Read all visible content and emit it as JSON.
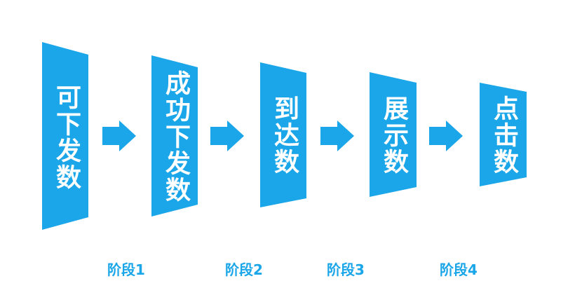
{
  "colors": {
    "shape": "#1aa6e8",
    "label_text": "#ffffff",
    "phase_text": "#1aa6e8"
  },
  "stages": [
    {
      "label": "可下发数"
    },
    {
      "label": "成功下发数"
    },
    {
      "label": "到达数"
    },
    {
      "label": "展示数"
    },
    {
      "label": "点击数"
    }
  ],
  "arrows": [
    {
      "icon": "right-arrow-icon"
    },
    {
      "icon": "right-arrow-icon"
    },
    {
      "icon": "right-arrow-icon"
    },
    {
      "icon": "right-arrow-icon"
    }
  ],
  "phases": [
    {
      "label": "阶段1"
    },
    {
      "label": "阶段2"
    },
    {
      "label": "阶段3"
    },
    {
      "label": "阶段4"
    }
  ]
}
